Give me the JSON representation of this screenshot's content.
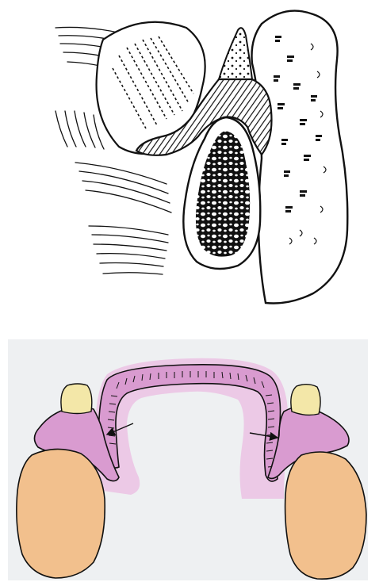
{
  "figure": {
    "panels": [
      {
        "id": "top",
        "style": "black-and-white line drawing",
        "colors": {
          "ink": "#111111",
          "paper": "#ffffff"
        }
      },
      {
        "id": "bottom",
        "style": "colored schematic",
        "colors": {
          "background": "#eef0f2",
          "soft_tissue": "#d99bd0",
          "soft_tissue_light": "#ecc9e6",
          "tooth": "#f3e7a8",
          "bone": "#f2c08d",
          "outline": "#111111"
        }
      }
    ],
    "arrows_count": 2
  }
}
